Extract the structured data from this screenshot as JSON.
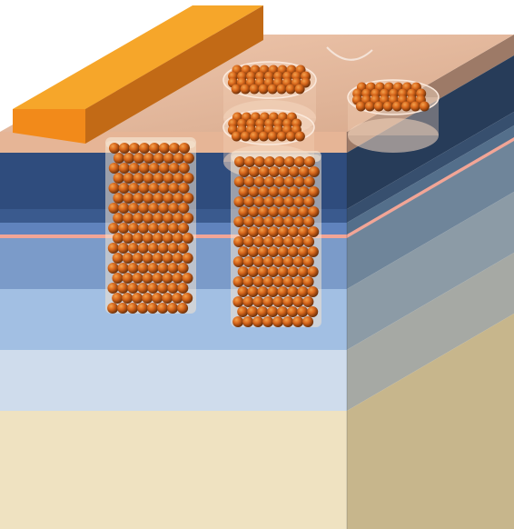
{
  "diagram": {
    "kind": "3d-layered-block-cross-section",
    "layers_top_to_bottom": [
      {
        "id": "cap-layer",
        "front": "#e6b596",
        "side": "#9d7a67"
      },
      {
        "id": "dark-navy-layer",
        "front": "#2f4c7d",
        "side": "#273c59"
      },
      {
        "id": "navy-layer",
        "front": "#3a5a8e",
        "side": "#374f6e"
      },
      {
        "id": "quantum-well-stack",
        "front": "#6083bd",
        "side": "#546f8b",
        "stripe": "#f2a596",
        "stripe_count": 3
      },
      {
        "id": "upper-blue-layer",
        "front": "#7b9bc9",
        "side": "#6f859a"
      },
      {
        "id": "light-blue-layer",
        "front": "#a2bfe3",
        "side": "#8c9ba6"
      },
      {
        "id": "pale-blue-layer",
        "front": "#cfdcec",
        "side": "#a6a9a4"
      },
      {
        "id": "substrate",
        "front": "#efe2c1",
        "side": "#c7b68c"
      }
    ],
    "top_surface_color": "#e8bca0",
    "contact_pad": {
      "top": "#f6a62a",
      "front": "#f28a1a",
      "side": "#c26a16"
    },
    "nanoparticle": {
      "highlight": "#f3a34f",
      "mid": "#d9681c",
      "shadow": "#6a2e08"
    },
    "pillars": [
      {
        "id": "pillar-left",
        "type": "deep-filled-pillar"
      },
      {
        "id": "pillar-right",
        "type": "deep-filled-pillar"
      }
    ],
    "holes": [
      {
        "id": "hole-upper-center",
        "type": "shallow-filled-hole"
      },
      {
        "id": "hole-middle",
        "type": "shallow-filled-hole"
      },
      {
        "id": "hole-right",
        "type": "shallow-filled-hole"
      }
    ]
  }
}
